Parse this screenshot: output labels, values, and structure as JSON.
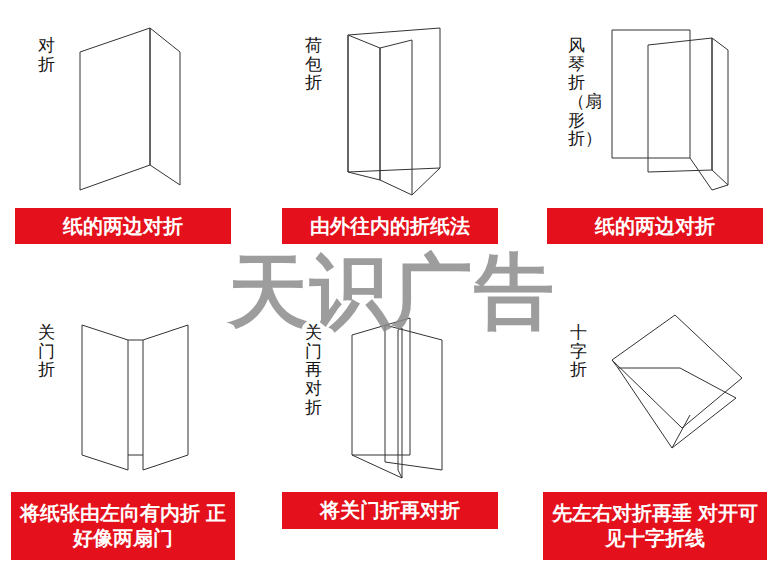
{
  "diagram": {
    "nodes": [
      {
        "text": [
          "纸的两边对折"
        ]
      },
      {
        "text": [
          "由外往内的折纸法"
        ]
      },
      {
        "text": [
          "纸的两边对折"
        ]
      },
      {
        "text": [
          "将纸张由左向有内折 正好像两扇门"
        ]
      },
      {
        "text": [
          "将关门折再对折"
        ]
      },
      {
        "text": [
          "先左右对折再垂 对开可见十字折线"
        ]
      }
    ],
    "labels": [
      "对折",
      "荷包折",
      "风琴折（扇形折）",
      "关门折",
      "关门再对折",
      "十字折",
      "天识广告"
    ]
  }
}
